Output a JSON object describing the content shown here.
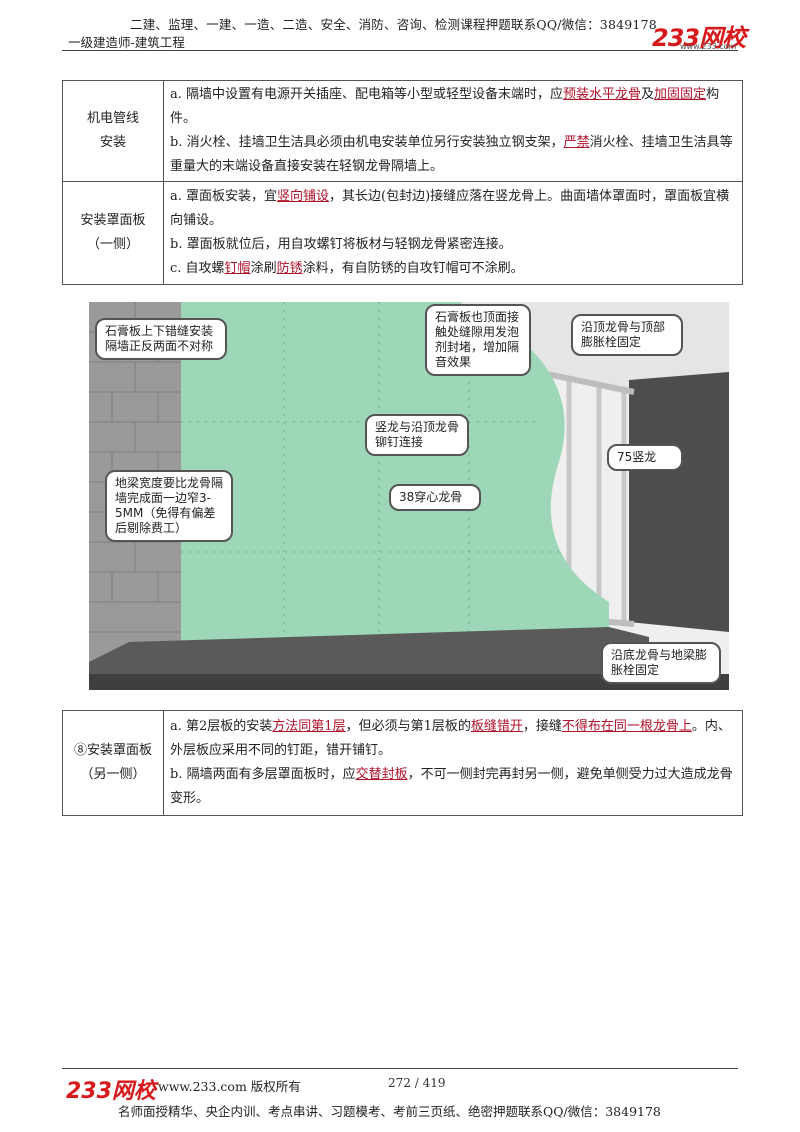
{
  "header": {
    "line1": "二建、监理、一建、一造、二造、安全、消防、咨询、检测课程押题联系QQ/微信：3849178",
    "line2": "一级建造师-建筑工程",
    "logo_text": "233网校",
    "logo_url": "www.233.com"
  },
  "table1": {
    "row1": {
      "label_a": "机电管线",
      "label_b": "安装",
      "a_pre": "a. 隔墙中设置有电源开关插座、配电箱等小型或轻型设备末端时，应",
      "a_hl1": "预装水平龙骨",
      "a_mid": "及",
      "a_hl2": "加固固定",
      "a_post": "构件。",
      "b_pre": "b. 消火栓、挂墙卫生洁具必须由机电安装单位另行安装独立钢支架，",
      "b_hl": "严禁",
      "b_post": "消火栓、挂墙卫生洁具等重量大的末端设备直接安装在轻钢龙骨隔墙上。"
    },
    "row2": {
      "label_a": "安装罩面板",
      "label_b": "（一侧）",
      "a_pre": "a. 罩面板安装，宜",
      "a_hl": "竖向铺设",
      "a_post": "，其长边(包封边)接缝应落在竖龙骨上。曲面墙体罩面时，罩面板宜横向铺设。",
      "b": "b. 罩面板就位后，用自攻螺钉将板材与轻钢龙骨紧密连接。",
      "c_pre": "c. 自攻螺",
      "c_hl1": "钉帽",
      "c_mid": "涂刷",
      "c_hl2": "防锈",
      "c_post": "涂料，有自防锈的自攻钉帽可不涂刷。"
    }
  },
  "figure": {
    "callouts": [
      "石膏板上下错缝安装隔墙正反两面不对称",
      "石膏板也顶面接触处缝隙用发泡剂封堵，增加隔音效果",
      "沿顶龙骨与顶部膨胀栓固定",
      "竖龙与沿顶龙骨铆钉连接",
      "75竖龙",
      "地梁宽度要比龙骨隔墙完成面一边窄3-5MM（免得有偏差后剔除费工）",
      "38穿心龙骨",
      "沿底龙骨与地梁膨胀栓固定"
    ],
    "colors": {
      "gypsum": "#9ed7b8",
      "wall": "#9a9a9a",
      "stud": "#c8c8c8"
    }
  },
  "table2": {
    "label_a": "⑧安装罩面板",
    "label_b": "（另一侧）",
    "a_pre": "a. 第2层板的安装",
    "a_hl1": "方法同第1层",
    "a_mid1": "，但必须与第1层板的",
    "a_hl2": "板缝错开",
    "a_mid2": "，接缝",
    "a_hl3": "不得布在同一根龙骨上",
    "a_post": "。内、外层板应采用不同的钉距，错开铺钉。",
    "b_pre": "b. 隔墙两面有多层罩面板时，应",
    "b_hl": "交替封板",
    "b_post": "，不可一侧封完再封另一侧，避免单侧受力过大造成龙骨变形。"
  },
  "footer": {
    "logo_text": "233网校",
    "website": "www.233.com 版权所有",
    "page": "272 / 419",
    "bottom": "名师面授精华、央企内训、考点串讲、习题模考、考前三页纸、绝密押题联系QQ/微信：3849178"
  }
}
